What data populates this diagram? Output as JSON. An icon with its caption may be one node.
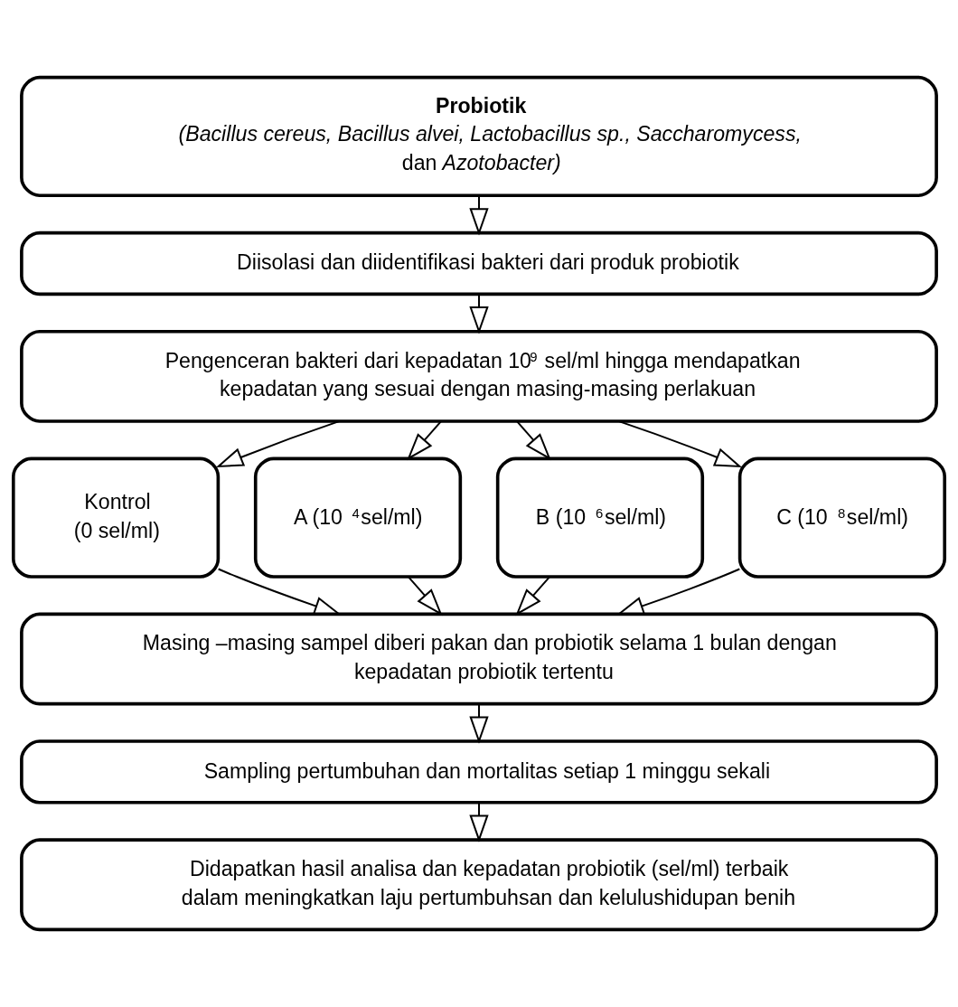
{
  "diagram": {
    "nodes": [
      {
        "text": [
          "Probiotik",
          "*(Bacillus cereus, Bacillus alvei, Lactobacillus sp., Saccharomycess,* dan *Azotobacter)*"
        ]
      },
      {
        "text": [
          "Diisolasi dan diidentifikasi bakteri dari produk probiotik"
        ]
      },
      {
        "text": [
          "Pengenceran bakteri dari kepadatan 10$^{9}$ sel/ml hingga mendapatkan kepadatan yang sesuai dengan masing-masing perlakuan"
        ]
      },
      {
        "text": [
          "Kontrol",
          "(0 sel/ml)"
        ]
      },
      {
        "text": [
          "A (10$^{4}$sel/ml)"
        ]
      },
      {
        "text": [
          "B (10$^{6}$sel/ml)"
        ]
      },
      {
        "text": [
          "C (10$^{8}$sel/ml)"
        ]
      },
      {
        "text": [
          "Masing –masing sampel diberi pakan dan probiotik selama 1 bulan dengan kepadatan probiotik tertentu"
        ]
      },
      {
        "text": [
          "Sampling pertumbuhan dan mortalitas setiap 1 minggu sekali"
        ]
      },
      {
        "text": [
          "Didapatkan hasil analisa dan kepadatan probiotik (sel/ml) terbaik dalam meningkatkan laju pertumbuhsan dan kelulushidupan benih"
        ]
      }
    ],
    "edges": [
      {
        "from": 0,
        "to": 1,
        "arrow": "to"
      },
      {
        "from": 1,
        "to": 2,
        "arrow": "to"
      },
      {
        "from": 2,
        "to": 3,
        "arrow": "to"
      },
      {
        "from": 2,
        "to": 4,
        "arrow": "to"
      },
      {
        "from": 2,
        "to": 5,
        "arrow": "to"
      },
      {
        "from": 2,
        "to": 6,
        "arrow": "to"
      },
      {
        "from": 3,
        "to": 7,
        "arrow": "to"
      },
      {
        "from": 4,
        "to": 7,
        "arrow": "to"
      },
      {
        "from": 5,
        "to": 7,
        "arrow": "to"
      },
      {
        "from": 6,
        "to": 7,
        "arrow": "to"
      },
      {
        "from": 7,
        "to": 8,
        "arrow": "to"
      },
      {
        "from": 8,
        "to": 9,
        "arrow": "to"
      }
    ]
  }
}
